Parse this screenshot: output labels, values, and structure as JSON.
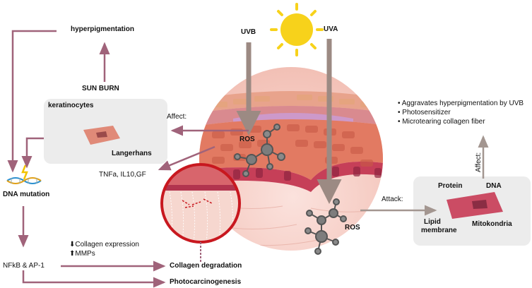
{
  "labels": {
    "hyperpigmentation": "hyperpigmentation",
    "sunburn": "SUN BURN",
    "uvb": "UVB",
    "uva": "UVA",
    "keratinocytes": "keratinocytes",
    "langerhans": "Langerhans",
    "affect": "Affect:",
    "ros_upper": "ROS",
    "ros_lower": "ROS",
    "cytokines": "TNFa, IL10,GF",
    "dna_mutation": "DNA mutation",
    "collagen_expression": "⬇Collagen expression",
    "mmps": "⬆MMPs",
    "nfkb": "NFkB & AP-1",
    "collagen_degradation": "Collagen degradation",
    "photocarcinogenesis": "Photocarcinogenesis",
    "attack": "Attack:",
    "protein": "Protein",
    "dna": "DNA",
    "affect_vertical": "Affect:",
    "lipid_membrane_1": "Lipid",
    "lipid_membrane_2": "membrane",
    "mitokondria": "Mitokondria"
  },
  "uva_effects": [
    "Aggravates hyperpigmentation by UVB",
    "Photosensitizer",
    "Microtearing collagen fiber"
  ],
  "colors": {
    "arrow": "#a0637a",
    "uv_arrow": "#9c8a83",
    "gray_arrow": "#a39690",
    "panel": "#ececec",
    "sun": "#f7d21b",
    "cell": "#d7644f",
    "cell_dark": "#b53a4e",
    "zoom_ring": "#c8181f"
  }
}
